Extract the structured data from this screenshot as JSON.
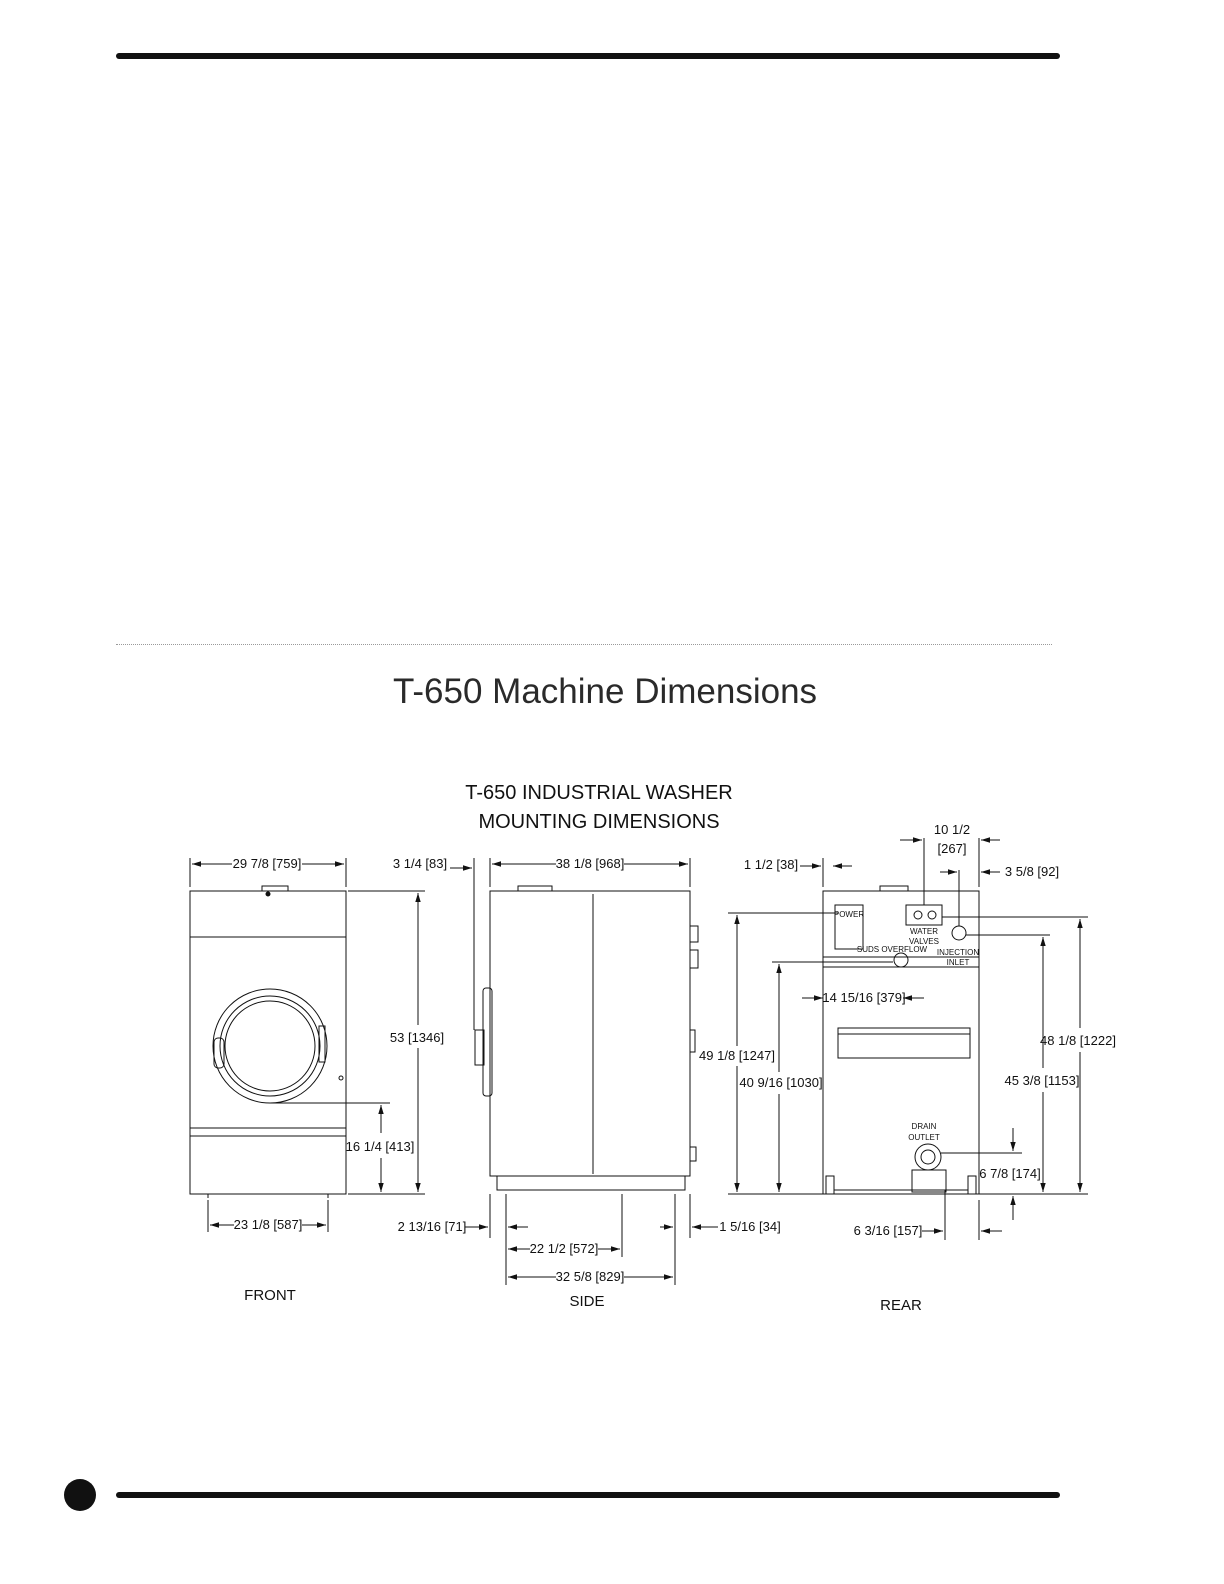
{
  "page": {
    "section_title": "T-650 Machine Dimensions"
  },
  "drawing": {
    "title_line1": "T-650 INDUSTRIAL WASHER",
    "title_line2": "MOUNTING DIMENSIONS",
    "front": {
      "view_label": "FRONT",
      "width": "29 7/8 [759]",
      "height": "53 [1346]",
      "door_center_height": "16 1/4 [413]",
      "foot_spacing": "23 1/8 [587]"
    },
    "side": {
      "view_label": "SIDE",
      "door_offset": "3 1/4 [83]",
      "depth": "38 1/8 [968]",
      "front_foot_offset": "2 13/16 [71]",
      "foot_spacing_a": "22 1/2 [572]",
      "foot_spacing_b": "32 5/8 [829]",
      "rear_foot_offset": "1 5/16 [34]"
    },
    "rear": {
      "view_label": "REAR",
      "power_offset": "1 1/2 [38]",
      "valve_offset_line1": "10 1/2",
      "valve_offset_line2": "[267]",
      "inlet_offset": "3 5/8 [92]",
      "power_label": "POWER",
      "water_valves_line1": "WATER",
      "water_valves_line2": "VALVES",
      "soap_label": "SUDS OVERFLOW",
      "injection_line1": "INJECTION",
      "injection_line2": "INLET",
      "drain_line1": "DRAIN",
      "drain_line2": "OUTLET",
      "overflow_spacing": "14 15/16 [379]",
      "power_height": "49 1/8 [1247]",
      "overflow_height": "40 9/16 [1030]",
      "valve_height": "48 1/8 [1222]",
      "inlet_height": "45 3/8 [1153]",
      "drain_height": "6 7/8 [174]",
      "drain_offset": "6 3/16 [157]"
    }
  }
}
